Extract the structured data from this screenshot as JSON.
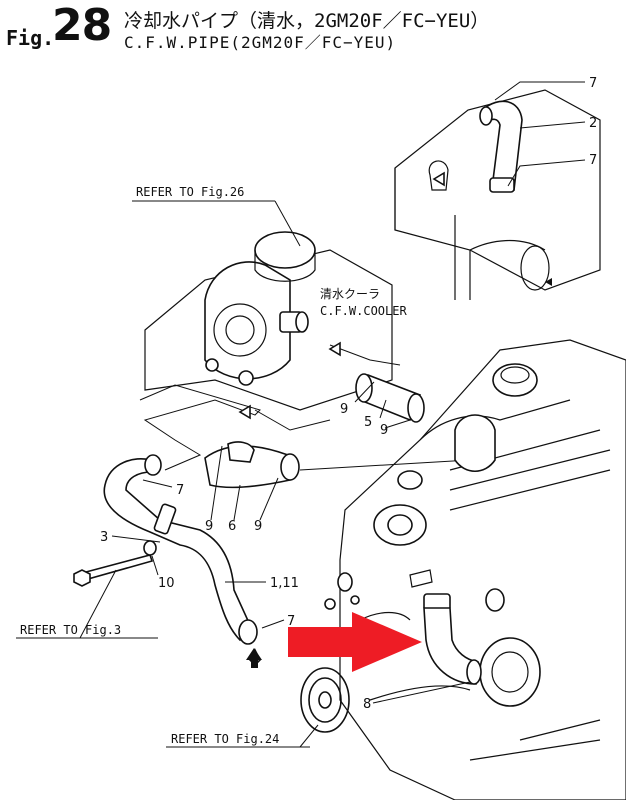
{
  "header": {
    "fig_prefix": "Fig.",
    "fig_number": "28",
    "title_jp": "冷却水パイプ（清水，2GM20F／FC−YEU）",
    "title_en": "C.F.W.PIPE(2GM20F／FC−YEU)"
  },
  "references": {
    "fig26": "REFER TO Fig.26",
    "fig3": "REFER TO Fig.3",
    "fig24": "REFER TO Fig.24"
  },
  "cooler": {
    "label_jp": "清水クーラ",
    "label_en": "C.F.W.COOLER"
  },
  "callouts": {
    "c7_top": "7",
    "c2": "2",
    "c7_upper": "7",
    "c9_a": "9",
    "c5": "5",
    "c9_b": "9",
    "c7_mid": "7",
    "c9_c": "9",
    "c6": "6",
    "c9_d": "9",
    "c3": "3",
    "c10": "10",
    "c1_11": "1,11",
    "c7_low": "7",
    "c8": "8"
  },
  "arrow": {
    "color": "#ee1c25"
  }
}
